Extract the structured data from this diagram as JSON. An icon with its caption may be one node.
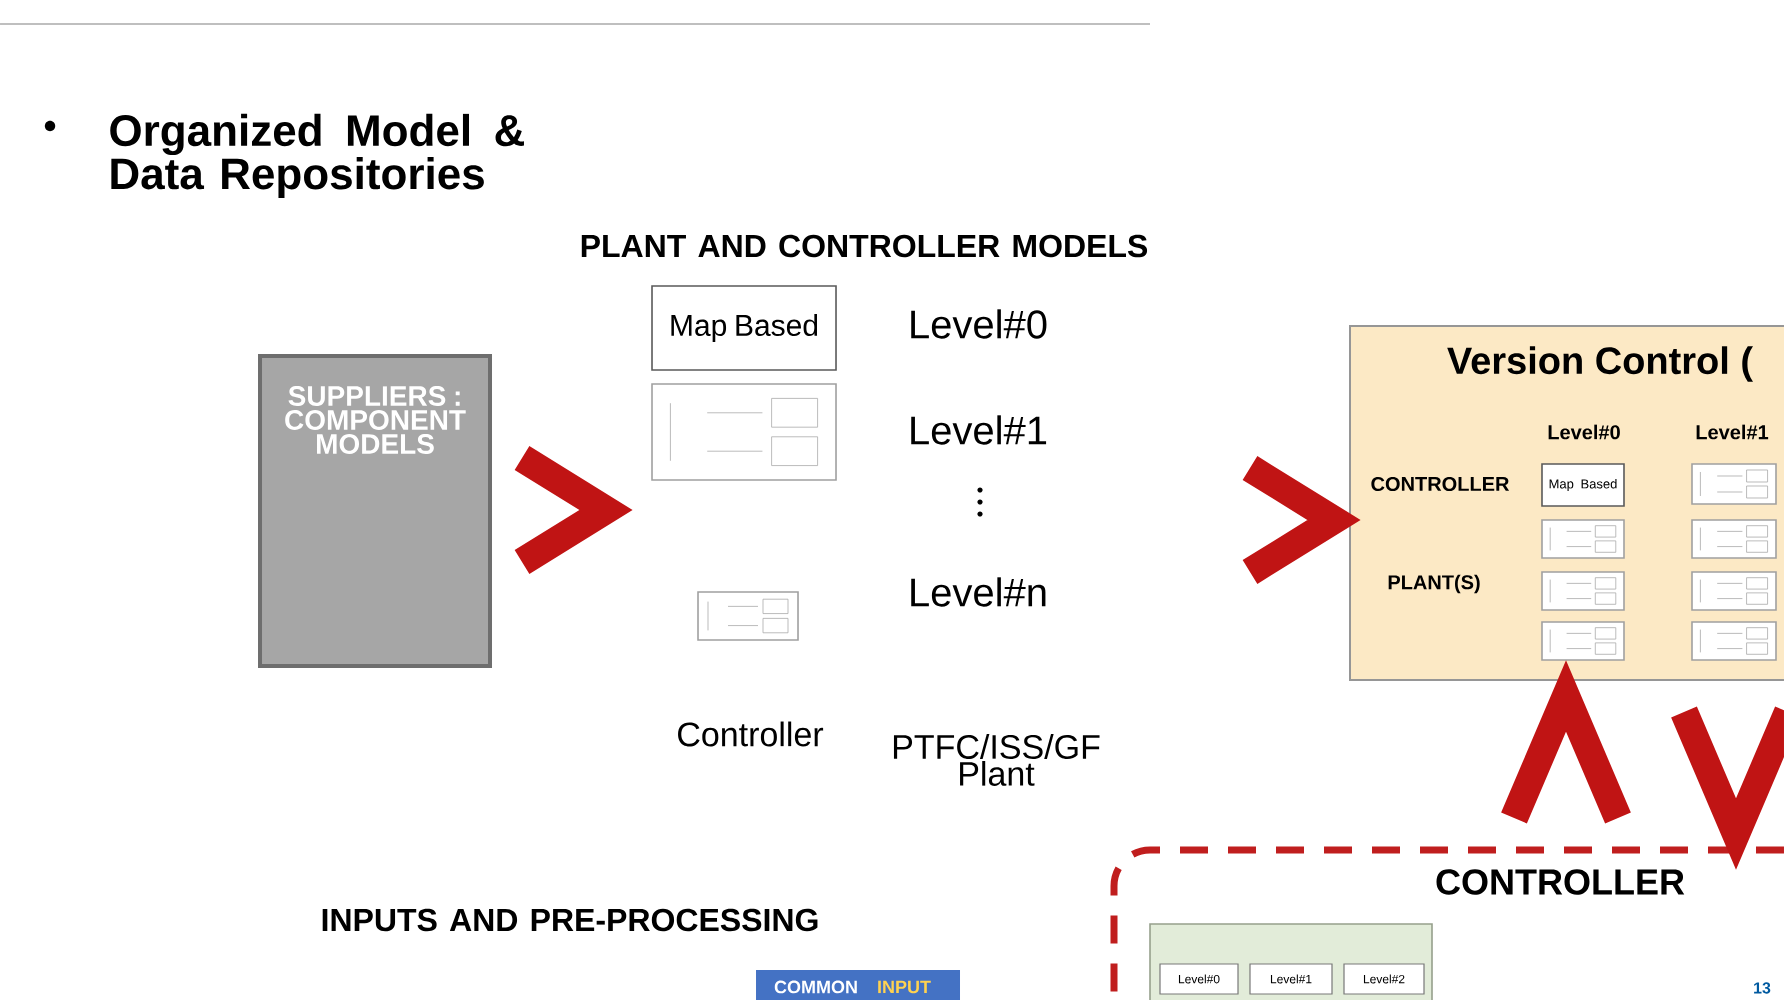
{
  "diagram": {
    "nodes": [
      {
        "text": [
          "SUPPLIERS : COMPONENT MODELS"
        ]
      },
      {
        "text": [
          "Map Based"
        ]
      },
      {
        "text": [],
        "shape": "picture"
      },
      {
        "text": [],
        "shape": "picture"
      },
      {
        "text": [
          "Version Control (",
          "Level#0",
          "Level#1",
          "CONTROLLER",
          "PLANT(S)"
        ]
      },
      {
        "text": [
          "Map Based"
        ],
        "in": 4
      },
      {
        "text": [],
        "shape": "picture",
        "in": 4
      },
      {
        "text": [],
        "shape": "picture",
        "in": 4
      },
      {
        "text": [],
        "shape": "picture",
        "in": 4
      },
      {
        "text": [],
        "shape": "picture",
        "in": 4
      },
      {
        "text": [],
        "shape": "picture",
        "in": 4
      },
      {
        "text": [],
        "shape": "picture",
        "in": 4
      },
      {
        "text": [],
        "shape": "picture",
        "in": 4
      },
      {
        "text": [
          "CONTROLLER"
        ]
      },
      {
        "text": [],
        "shape": "box",
        "in": 13
      },
      {
        "text": [
          "Level#0"
        ],
        "in": 14
      },
      {
        "text": [
          "Level#1"
        ],
        "in": 14
      },
      {
        "text": [
          "Level#2"
        ],
        "in": 14
      },
      {
        "text": [
          "COMMON",
          "INPUT"
        ]
      }
    ],
    "edges": [
      {
        "from": 0,
        "to": null,
        "arrow": "to"
      },
      {
        "from": null,
        "to": 4,
        "arrow": "to"
      },
      {
        "from": 13,
        "to": 4,
        "arrow": "to"
      },
      {
        "from": 4,
        "to": 13,
        "arrow": "to"
      }
    ],
    "labels": [
      "Organized Model & Data Repositories",
      "PLANT AND CONTROLLER MODELS",
      "Level#0",
      "Level#1",
      "Level#n",
      "Controller",
      "PTFC/ISS/GF Plant",
      "INPUTS AND PRE-PROCESSING",
      "13"
    ]
  }
}
